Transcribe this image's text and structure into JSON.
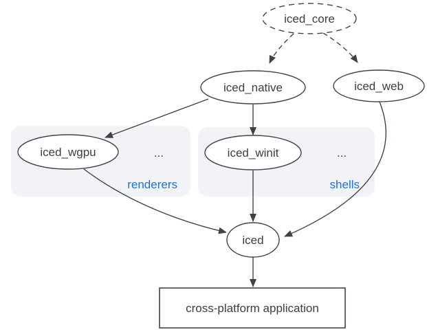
{
  "diagram": {
    "nodes": {
      "iced_core": {
        "label": "iced_core"
      },
      "iced_native": {
        "label": "iced_native"
      },
      "iced_web": {
        "label": "iced_web"
      },
      "iced_wgpu": {
        "label": "iced_wgpu"
      },
      "iced_winit": {
        "label": "iced_winit"
      },
      "iced": {
        "label": "iced"
      },
      "application": {
        "label": "cross-platform application"
      }
    },
    "groups": {
      "renderers": {
        "label": "renderers",
        "ellipsis": "..."
      },
      "shells": {
        "label": "shells",
        "ellipsis": "..."
      }
    },
    "colors": {
      "line": "#3f4347",
      "text": "#3a3e42",
      "group_label": "#1a73e8",
      "group_fill": "#f2f3f6",
      "background": "#ffffff"
    }
  }
}
